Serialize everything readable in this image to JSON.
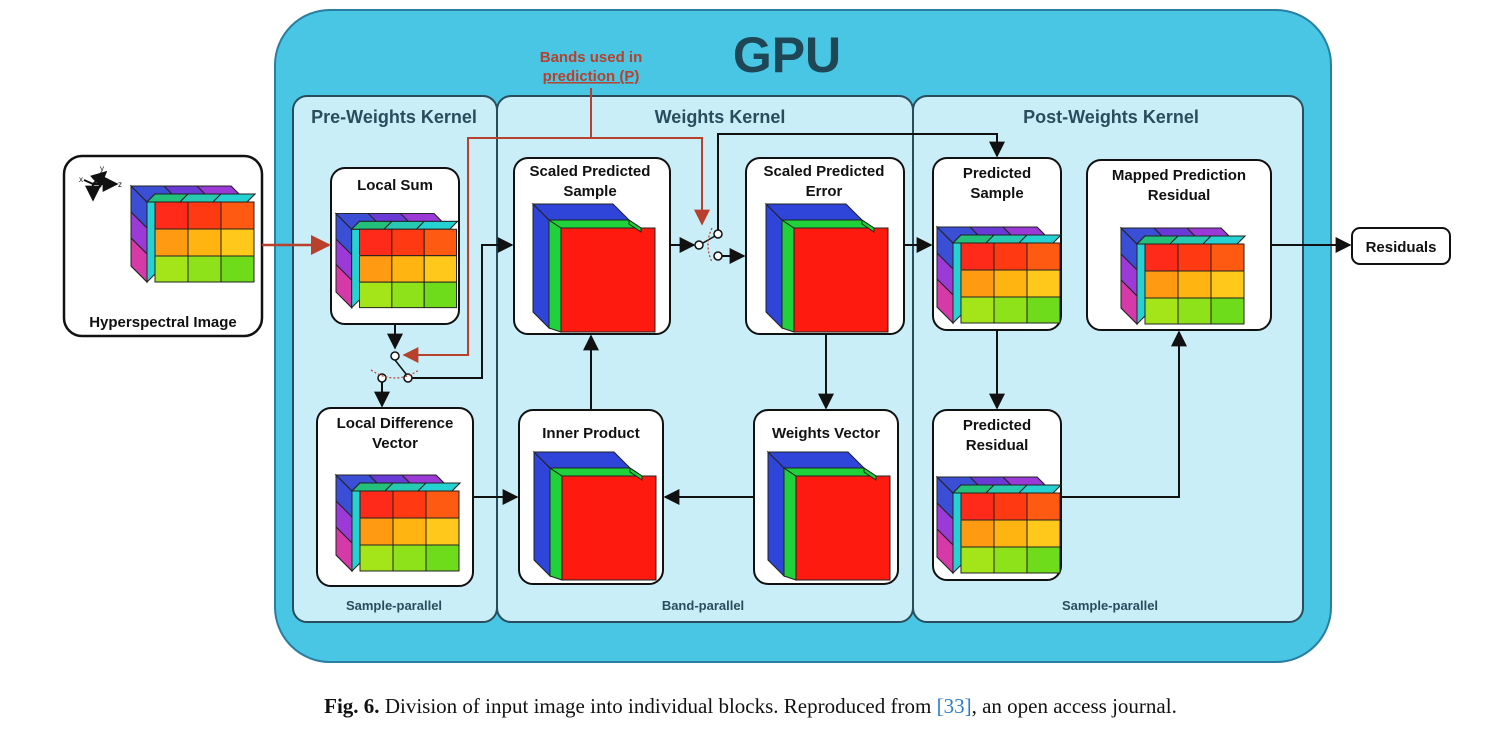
{
  "gpu_title": "GPU",
  "bands_note_line1": "Bands used in",
  "bands_note_line2": "prediction (P)",
  "kernels": {
    "pre": {
      "title": "Pre-Weights Kernel",
      "mode": "Sample-parallel"
    },
    "weights": {
      "title": "Weights Kernel",
      "mode": "Band-parallel"
    },
    "post": {
      "title": "Post-Weights Kernel",
      "mode": "Sample-parallel"
    }
  },
  "blocks": {
    "hyperspectral": "Hyperspectral Image",
    "local_sum": "Local Sum",
    "local_diff_1": "Local Difference",
    "local_diff_2": "Vector",
    "scaled_sample_1": "Scaled Predicted",
    "scaled_sample_2": "Sample",
    "scaled_error_1": "Scaled Predicted",
    "scaled_error_2": "Error",
    "inner_product": "Inner Product",
    "weights_vector": "Weights Vector",
    "pred_sample_1": "Predicted",
    "pred_sample_2": "Sample",
    "mapped_1": "Mapped Prediction",
    "mapped_2": "Residual",
    "pred_residual_1": "Predicted",
    "pred_residual_2": "Residual",
    "residuals": "Residuals"
  },
  "axes": {
    "x": "x",
    "y": "y",
    "z": "z"
  },
  "colors": {
    "gpu_fill": "#49c6e4",
    "kernel_fill": "#c9eef7",
    "data_arrow": "#b7412c",
    "control_arrow": "#111111"
  },
  "caption": {
    "label": "Fig. 6.",
    "text": "Division of input image into individual blocks. Reproduced from",
    "ref": "[33]",
    "tail": ", an open access journal."
  }
}
